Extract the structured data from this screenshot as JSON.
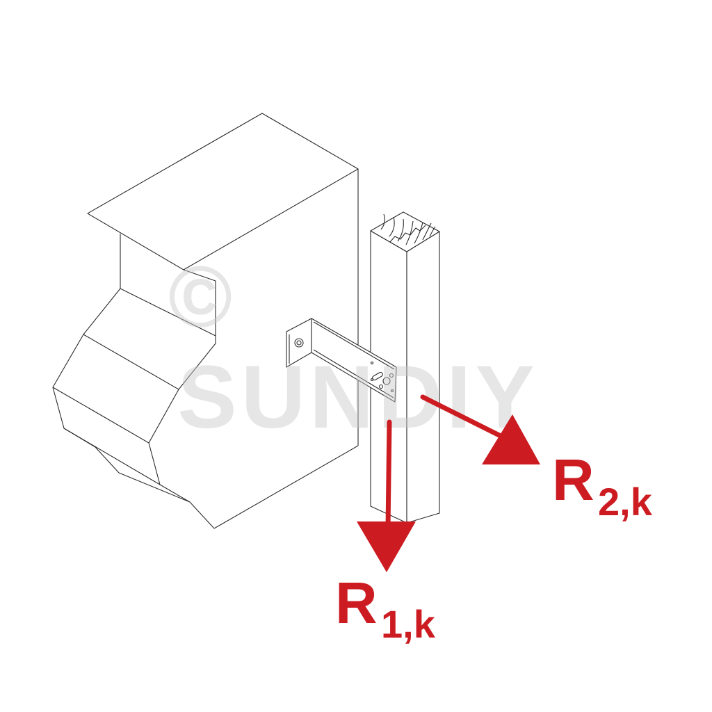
{
  "watermark": {
    "copyright_symbol": "©",
    "brand": "SUNDIY"
  },
  "forces": [
    {
      "name": "R",
      "subscript": "1,k",
      "direction": "vertical-down"
    },
    {
      "name": "R",
      "subscript": "2,k",
      "direction": "horizontal-outward"
    }
  ],
  "colors": {
    "force": "#cc1c22",
    "line": "#2a2a2a",
    "watermark": "#e4e4e4"
  }
}
